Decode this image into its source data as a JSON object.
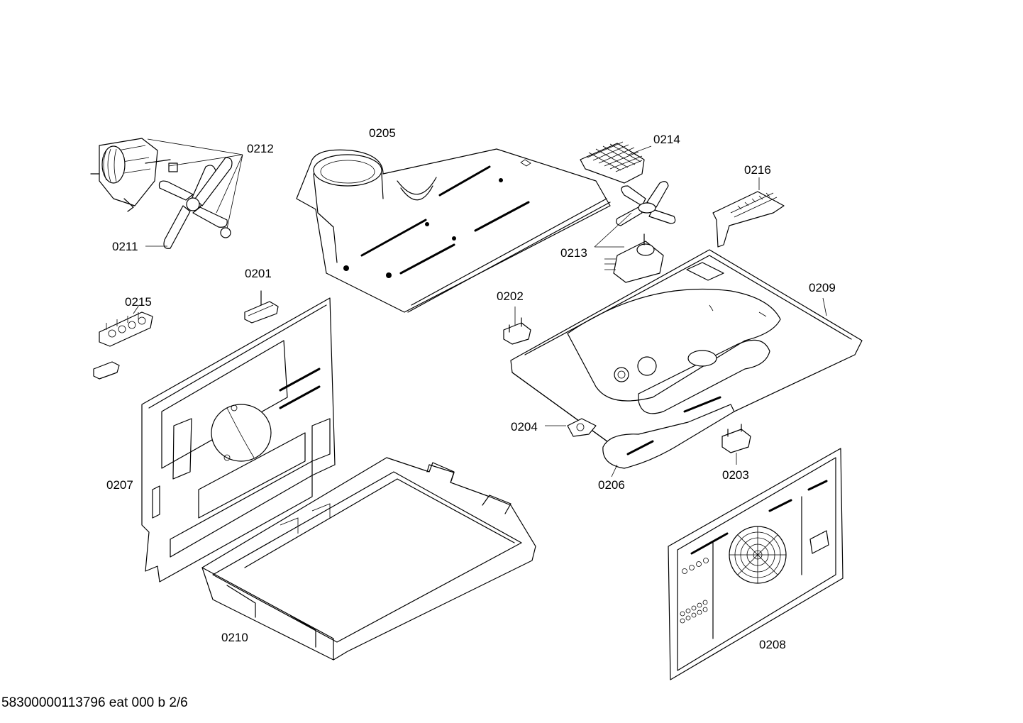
{
  "diagram": {
    "part_labels": {
      "p0201": "0201",
      "p0202": "0202",
      "p0203": "0203",
      "p0204": "0204",
      "p0205": "0205",
      "p0206": "0206",
      "p0207": "0207",
      "p0208": "0208",
      "p0209": "0209",
      "p0210": "0210",
      "p0211": "0211",
      "p0212": "0212",
      "p0213": "0213",
      "p0214": "0214",
      "p0215": "0215",
      "p0216": "0216"
    },
    "footer": "58300000113796 eat 000 b 2/6"
  }
}
